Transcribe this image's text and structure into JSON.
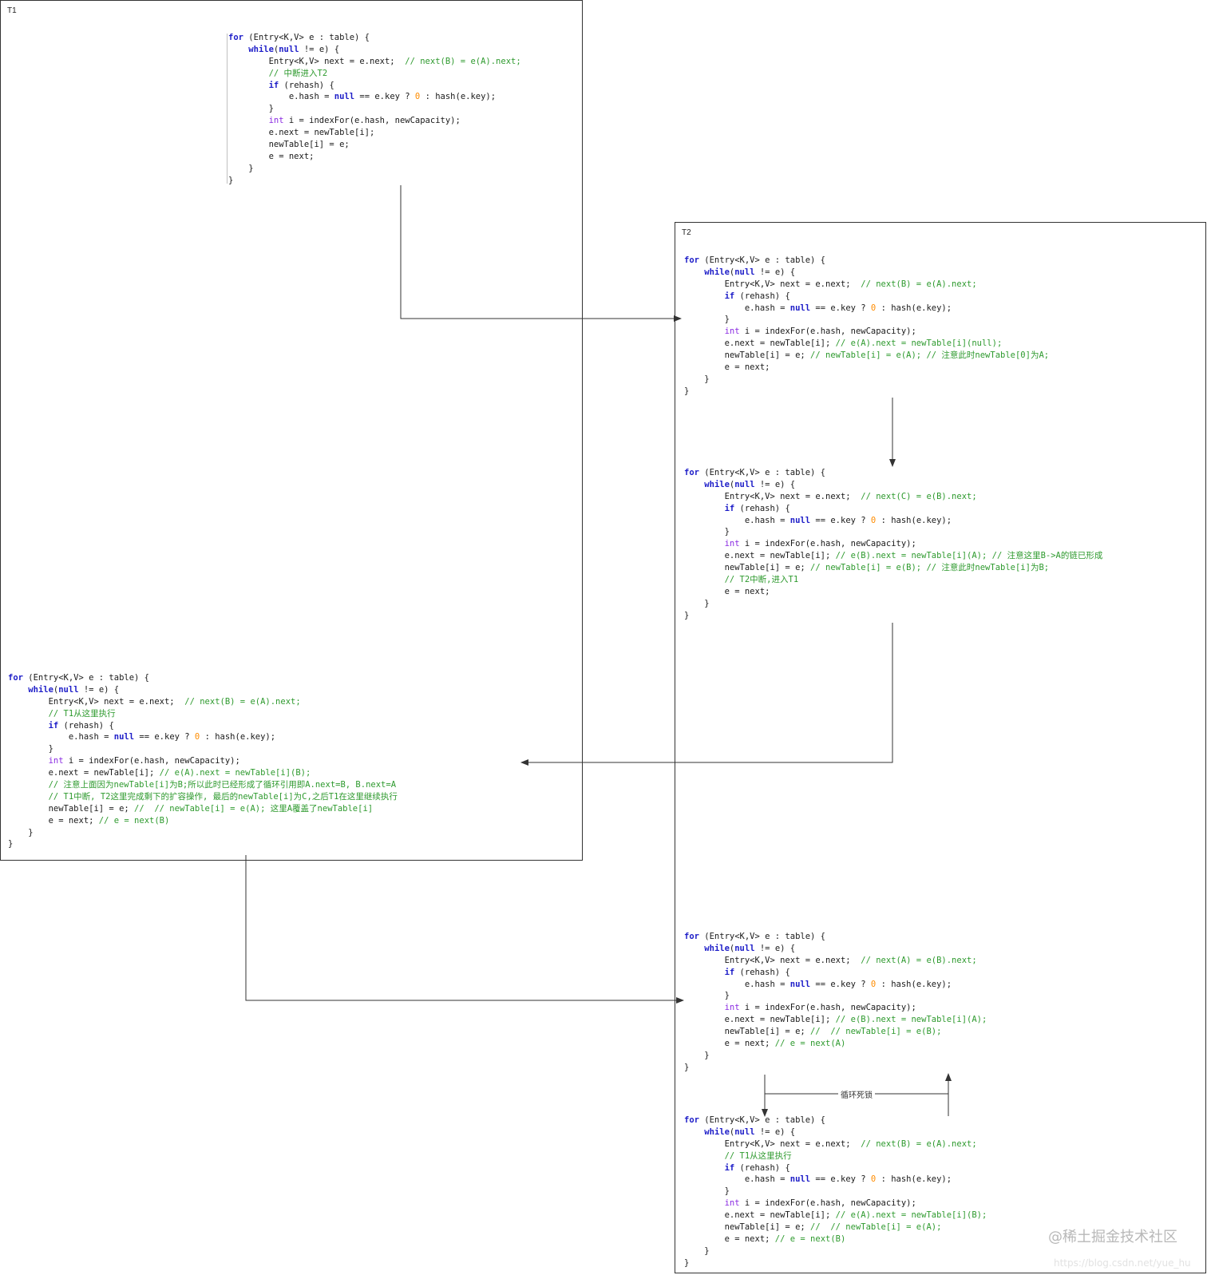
{
  "panels": {
    "t1": {
      "title": "T1"
    },
    "t2": {
      "title": "T2"
    }
  },
  "code_blocks": [
    {
      "id": "t1-top",
      "lines": [
        [
          [
            "k",
            "for"
          ],
          [
            "t",
            " (Entry<K,V> e : table) {"
          ]
        ],
        [
          [
            "t",
            "    "
          ],
          [
            "k",
            "while"
          ],
          [
            "t",
            "("
          ],
          [
            "k",
            "null"
          ],
          [
            "t",
            " != e) {"
          ]
        ],
        [
          [
            "t",
            "        Entry<K,V> next = e.next;  "
          ],
          [
            "c",
            "// next(B) = e(A).next;"
          ]
        ],
        [
          [
            "t",
            "        "
          ],
          [
            "c",
            "// 中断进入T2"
          ]
        ],
        [
          [
            "t",
            "        "
          ],
          [
            "k",
            "if"
          ],
          [
            "t",
            " (rehash) {"
          ]
        ],
        [
          [
            "t",
            "            e.hash = "
          ],
          [
            "k",
            "null"
          ],
          [
            "t",
            " == e.key ? "
          ],
          [
            "n",
            "0"
          ],
          [
            "t",
            " : hash(e.key);"
          ]
        ],
        [
          [
            "t",
            "        }"
          ]
        ],
        [
          [
            "t",
            "        "
          ],
          [
            "y",
            "int"
          ],
          [
            "t",
            " i = indexFor(e.hash, newCapacity);"
          ]
        ],
        [
          [
            "t",
            "        e.next = newTable[i];"
          ]
        ],
        [
          [
            "t",
            "        newTable[i] = e;"
          ]
        ],
        [
          [
            "t",
            "        e = next;"
          ]
        ],
        [
          [
            "t",
            "    }"
          ]
        ],
        [
          [
            "t",
            "}"
          ]
        ]
      ]
    },
    {
      "id": "t2-first",
      "lines": [
        [
          [
            "k",
            "for"
          ],
          [
            "t",
            " (Entry<K,V> e : table) {"
          ]
        ],
        [
          [
            "t",
            "    "
          ],
          [
            "k",
            "while"
          ],
          [
            "t",
            "("
          ],
          [
            "k",
            "null"
          ],
          [
            "t",
            " != e) {"
          ]
        ],
        [
          [
            "t",
            "        Entry<K,V> next = e.next;  "
          ],
          [
            "c",
            "// next(B) = e(A).next;"
          ]
        ],
        [
          [
            "t",
            "        "
          ],
          [
            "k",
            "if"
          ],
          [
            "t",
            " (rehash) {"
          ]
        ],
        [
          [
            "t",
            "            e.hash = "
          ],
          [
            "k",
            "null"
          ],
          [
            "t",
            " == e.key ? "
          ],
          [
            "n",
            "0"
          ],
          [
            "t",
            " : hash(e.key);"
          ]
        ],
        [
          [
            "t",
            "        }"
          ]
        ],
        [
          [
            "t",
            "        "
          ],
          [
            "y",
            "int"
          ],
          [
            "t",
            " i = indexFor(e.hash, newCapacity);"
          ]
        ],
        [
          [
            "t",
            "        e.next = newTable[i]; "
          ],
          [
            "c",
            "// e(A).next = newTable[i](null);"
          ]
        ],
        [
          [
            "t",
            "        newTable[i] = e; "
          ],
          [
            "c",
            "// newTable[i] = e(A); // 注意此时newTable[0]为A;"
          ]
        ],
        [
          [
            "t",
            "        e = next;"
          ]
        ],
        [
          [
            "t",
            "    }"
          ]
        ],
        [
          [
            "t",
            "}"
          ]
        ]
      ]
    },
    {
      "id": "t2-second",
      "lines": [
        [
          [
            "k",
            "for"
          ],
          [
            "t",
            " (Entry<K,V> e : table) {"
          ]
        ],
        [
          [
            "t",
            "    "
          ],
          [
            "k",
            "while"
          ],
          [
            "t",
            "("
          ],
          [
            "k",
            "null"
          ],
          [
            "t",
            " != e) {"
          ]
        ],
        [
          [
            "t",
            "        Entry<K,V> next = e.next;  "
          ],
          [
            "c",
            "// next(C) = e(B).next;"
          ]
        ],
        [
          [
            "t",
            "        "
          ],
          [
            "k",
            "if"
          ],
          [
            "t",
            " (rehash) {"
          ]
        ],
        [
          [
            "t",
            "            e.hash = "
          ],
          [
            "k",
            "null"
          ],
          [
            "t",
            " == e.key ? "
          ],
          [
            "n",
            "0"
          ],
          [
            "t",
            " : hash(e.key);"
          ]
        ],
        [
          [
            "t",
            "        }"
          ]
        ],
        [
          [
            "t",
            "        "
          ],
          [
            "y",
            "int"
          ],
          [
            "t",
            " i = indexFor(e.hash, newCapacity);"
          ]
        ],
        [
          [
            "t",
            "        e.next = newTable[i]; "
          ],
          [
            "c",
            "// e(B).next = newTable[i](A); // 注意这里B->A的链已形成"
          ]
        ],
        [
          [
            "t",
            "        newTable[i] = e; "
          ],
          [
            "c",
            "// newTable[i] = e(B); // 注意此时newTable[i]为B;"
          ]
        ],
        [
          [
            "t",
            "        "
          ],
          [
            "c",
            "// T2中断,进入T1"
          ]
        ],
        [
          [
            "t",
            "        e = next;"
          ]
        ],
        [
          [
            "t",
            "    }"
          ]
        ],
        [
          [
            "t",
            "}"
          ]
        ]
      ]
    },
    {
      "id": "t1-bottom",
      "lines": [
        [
          [
            "k",
            "for"
          ],
          [
            "t",
            " (Entry<K,V> e : table) {"
          ]
        ],
        [
          [
            "t",
            "    "
          ],
          [
            "k",
            "while"
          ],
          [
            "t",
            "("
          ],
          [
            "k",
            "null"
          ],
          [
            "t",
            " != e) {"
          ]
        ],
        [
          [
            "t",
            "        Entry<K,V> next = e.next;  "
          ],
          [
            "c",
            "// next(B) = e(A).next;"
          ]
        ],
        [
          [
            "t",
            "        "
          ],
          [
            "c",
            "// T1从这里执行"
          ]
        ],
        [
          [
            "t",
            "        "
          ],
          [
            "k",
            "if"
          ],
          [
            "t",
            " (rehash) {"
          ]
        ],
        [
          [
            "t",
            "            e.hash = "
          ],
          [
            "k",
            "null"
          ],
          [
            "t",
            " == e.key ? "
          ],
          [
            "n",
            "0"
          ],
          [
            "t",
            " : hash(e.key);"
          ]
        ],
        [
          [
            "t",
            "        }"
          ]
        ],
        [
          [
            "t",
            "        "
          ],
          [
            "y",
            "int"
          ],
          [
            "t",
            " i = indexFor(e.hash, newCapacity);"
          ]
        ],
        [
          [
            "t",
            "        e.next = newTable[i]; "
          ],
          [
            "c",
            "// e(A).next = newTable[i](B);"
          ]
        ],
        [
          [
            "t",
            "        "
          ],
          [
            "c",
            "// 注意上面因为newTable[i]为B;所以此时已经形成了循环引用即A.next=B, B.next=A"
          ]
        ],
        [
          [
            "t",
            "        "
          ],
          [
            "c",
            "// T1中断, T2这里完成剩下的扩容操作, 最后的newTable[i]为C,之后T1在这里继续执行"
          ]
        ],
        [
          [
            "t",
            "        newTable[i] = e; "
          ],
          [
            "c",
            "//  // newTable[i] = e(A); 这里A覆盖了newTable[i]"
          ]
        ],
        [
          [
            "t",
            "        e = next; "
          ],
          [
            "c",
            "// e = next(B)"
          ]
        ],
        [
          [
            "t",
            "    }"
          ]
        ],
        [
          [
            "t",
            "}"
          ]
        ]
      ]
    },
    {
      "id": "t2-third",
      "lines": [
        [
          [
            "k",
            "for"
          ],
          [
            "t",
            " (Entry<K,V> e : table) {"
          ]
        ],
        [
          [
            "t",
            "    "
          ],
          [
            "k",
            "while"
          ],
          [
            "t",
            "("
          ],
          [
            "k",
            "null"
          ],
          [
            "t",
            " != e) {"
          ]
        ],
        [
          [
            "t",
            "        Entry<K,V> next = e.next;  "
          ],
          [
            "c",
            "// next(A) = e(B).next;"
          ]
        ],
        [
          [
            "t",
            "        "
          ],
          [
            "k",
            "if"
          ],
          [
            "t",
            " (rehash) {"
          ]
        ],
        [
          [
            "t",
            "            e.hash = "
          ],
          [
            "k",
            "null"
          ],
          [
            "t",
            " == e.key ? "
          ],
          [
            "n",
            "0"
          ],
          [
            "t",
            " : hash(e.key);"
          ]
        ],
        [
          [
            "t",
            "        }"
          ]
        ],
        [
          [
            "t",
            "        "
          ],
          [
            "y",
            "int"
          ],
          [
            "t",
            " i = indexFor(e.hash, newCapacity);"
          ]
        ],
        [
          [
            "t",
            "        e.next = newTable[i]; "
          ],
          [
            "c",
            "// e(B).next = newTable[i](A);"
          ]
        ],
        [
          [
            "t",
            "        newTable[i] = e; "
          ],
          [
            "c",
            "//  // newTable[i] = e(B);"
          ]
        ],
        [
          [
            "t",
            "        e = next; "
          ],
          [
            "c",
            "// e = next(A)"
          ]
        ],
        [
          [
            "t",
            "    }"
          ]
        ],
        [
          [
            "t",
            "}"
          ]
        ]
      ]
    },
    {
      "id": "t2-fourth",
      "lines": [
        [
          [
            "k",
            "for"
          ],
          [
            "t",
            " (Entry<K,V> e : table) {"
          ]
        ],
        [
          [
            "t",
            "    "
          ],
          [
            "k",
            "while"
          ],
          [
            "t",
            "("
          ],
          [
            "k",
            "null"
          ],
          [
            "t",
            " != e) {"
          ]
        ],
        [
          [
            "t",
            "        Entry<K,V> next = e.next;  "
          ],
          [
            "c",
            "// next(B) = e(A).next;"
          ]
        ],
        [
          [
            "t",
            "        "
          ],
          [
            "c",
            "// T1从这里执行"
          ]
        ],
        [
          [
            "t",
            "        "
          ],
          [
            "k",
            "if"
          ],
          [
            "t",
            " (rehash) {"
          ]
        ],
        [
          [
            "t",
            "            e.hash = "
          ],
          [
            "k",
            "null"
          ],
          [
            "t",
            " == e.key ? "
          ],
          [
            "n",
            "0"
          ],
          [
            "t",
            " : hash(e.key);"
          ]
        ],
        [
          [
            "t",
            "        }"
          ]
        ],
        [
          [
            "t",
            "        "
          ],
          [
            "y",
            "int"
          ],
          [
            "t",
            " i = indexFor(e.hash, newCapacity);"
          ]
        ],
        [
          [
            "t",
            "        e.next = newTable[i]; "
          ],
          [
            "c",
            "// e(A).next = newTable[i](B);"
          ]
        ],
        [
          [
            "t",
            "        newTable[i] = e; "
          ],
          [
            "c",
            "//  // newTable[i] = e(A);"
          ]
        ],
        [
          [
            "t",
            "        e = next; "
          ],
          [
            "c",
            "// e = next(B)"
          ]
        ],
        [
          [
            "t",
            "    }"
          ]
        ],
        [
          [
            "t",
            "}"
          ]
        ]
      ]
    }
  ],
  "loop_label": "循环死锁",
  "watermark": {
    "brand": "@稀土掘金技术社区",
    "url": "https://blog.csdn.net/yue_hu"
  },
  "colors": {
    "keyword": "#1d1dc8",
    "type": "#8a2be2",
    "number": "#ff8c00",
    "comment": "#2e9a2e",
    "text": "#1a1a1a",
    "border": "#333333"
  }
}
